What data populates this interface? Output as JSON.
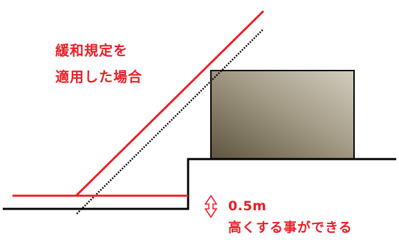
{
  "labels": {
    "relaxation_line1": "緩和規定を",
    "relaxation_line2": "適用した場合",
    "height_value": "0.5m",
    "height_caption": "高くする事ができる"
  },
  "icons": {
    "height_arrow": "double-arrow-vertical-icon"
  },
  "colors": {
    "accent": "#ee1c25",
    "ground": "#000000",
    "building_light": "#c7c0b1",
    "building_dark": "#5e5540"
  }
}
